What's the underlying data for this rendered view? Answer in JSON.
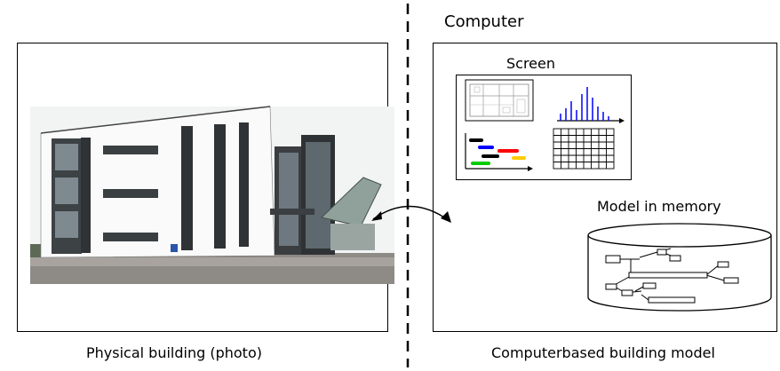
{
  "left_panel": {
    "caption": "Physical building (photo)"
  },
  "right_panel": {
    "title": "Computer",
    "screen_label": "Screen",
    "memory_label": "Model in memory",
    "caption": "Computerbased building model"
  }
}
